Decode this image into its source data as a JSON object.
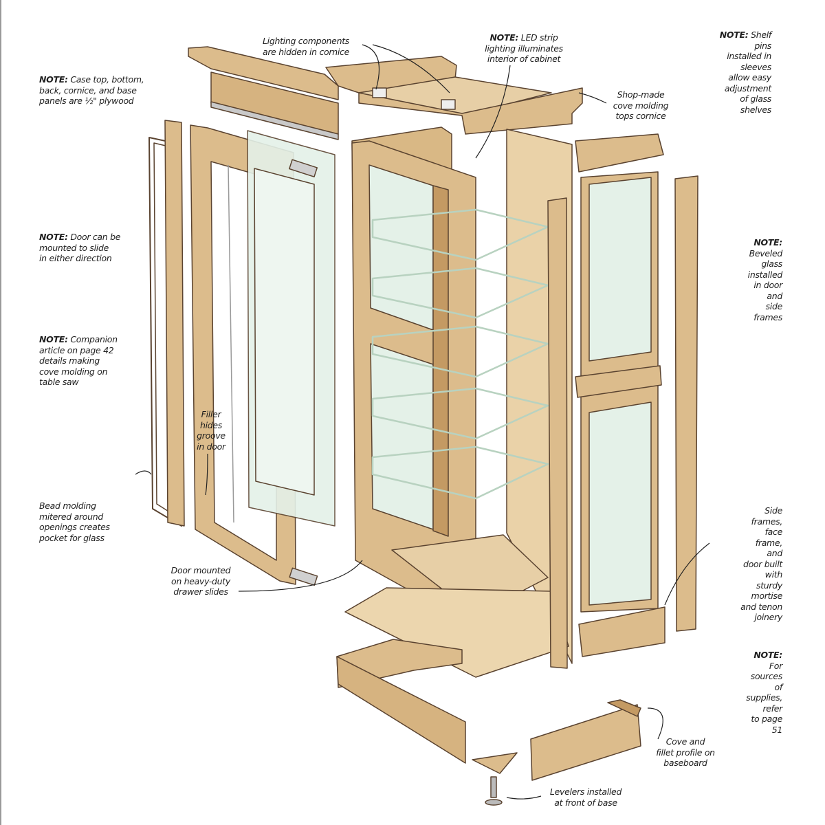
{
  "title": "Exploded view of display cabinet",
  "colors": {
    "wood": "#dcbc8c",
    "wood_dark": "#c49a63",
    "outline": "#5a4330",
    "glass": "#e4f1e8",
    "leader": "#222222"
  },
  "labels": {
    "cornice_lighting": {
      "prefix": "",
      "text": "Lighting components\nare hidden in cornice"
    },
    "led_strip": {
      "prefix": "NOTE:",
      "text": " LED strip\nlighting illuminates\ninterior of cabinet"
    },
    "shelf_pins": {
      "prefix": "NOTE:",
      "text": " Shelf pins\ninstalled in sleeves\nallow easy adjustment\nof glass shelves"
    },
    "case_panels": {
      "prefix": "NOTE:",
      "text": " Case top, bottom,\nback, cornice, and base\npanels are ½\" plywood"
    },
    "cove_top": {
      "prefix": "",
      "text": "Shop-made\ncove molding\ntops cornice"
    },
    "door_slide": {
      "prefix": "NOTE:",
      "text": " Door can be\nmounted to slide\nin either direction"
    },
    "beveled_glass": {
      "prefix": "NOTE:",
      "text": " Beveled\nglass installed\nin door and\nside frames"
    },
    "companion": {
      "prefix": "NOTE:",
      "text": " Companion\narticle on page 42\ndetails making\ncove molding on\ntable saw"
    },
    "filler": {
      "prefix": "",
      "text": "Filler\nhides\ngroove\nin door"
    },
    "bead_molding": {
      "prefix": "",
      "text": "Bead molding\nmitered around\nopenings creates\npocket for glass"
    },
    "drawer_slides": {
      "prefix": "",
      "text": "Door mounted\non heavy-duty\ndrawer slides"
    },
    "joinery": {
      "prefix": "",
      "text": "Side frames,\nface frame, and\ndoor built with\nsturdy mortise\nand tenon\njoinery"
    },
    "supplies": {
      "prefix": "NOTE:",
      "text": " For sources\nof supplies, refer\nto page 51"
    },
    "baseboard": {
      "prefix": "",
      "text": "Cove and\nfillet profile on\nbaseboard"
    },
    "levelers": {
      "prefix": "",
      "text": "Levelers installed\nat front of base"
    }
  }
}
